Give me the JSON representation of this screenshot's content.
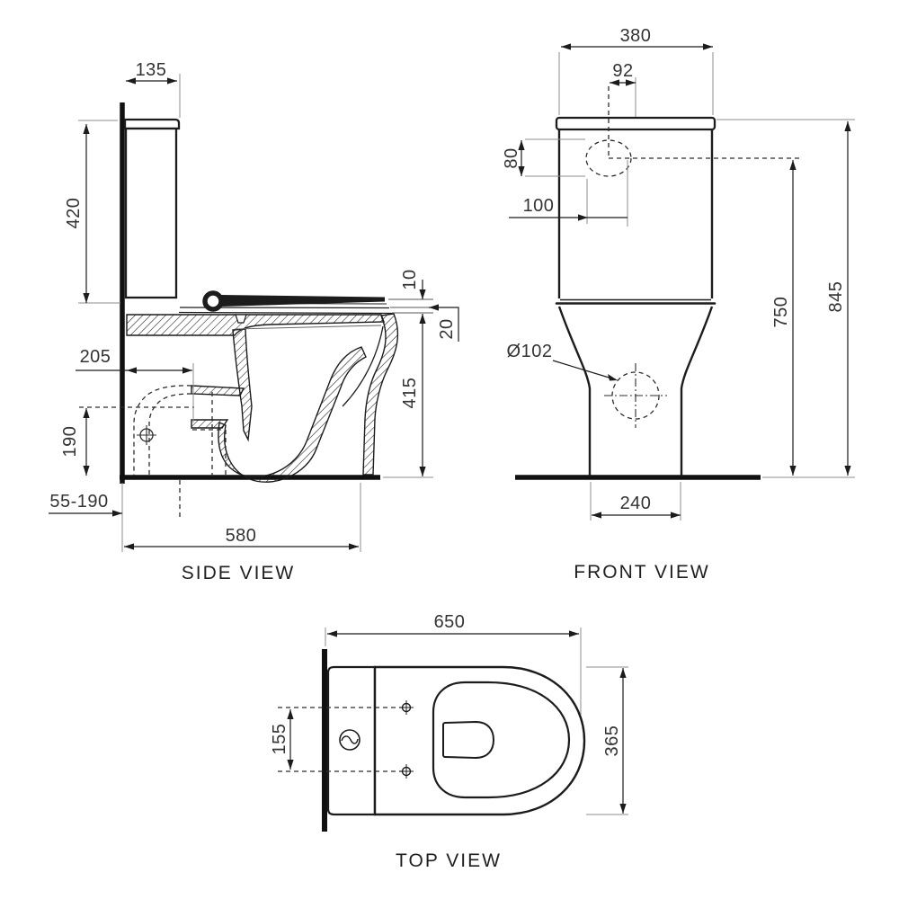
{
  "side_view": {
    "label": "SIDE VIEW",
    "dims": {
      "cistern_width": "135",
      "cistern_height": "420",
      "seat_lid_thickness": "10",
      "seat_thickness": "20",
      "pan_height": "415",
      "inlet_setout": "205",
      "inlet_height": "190",
      "outlet_setout_range": "55-190",
      "overall_depth": "580"
    }
  },
  "front_view": {
    "label": "FRONT VIEW",
    "dims": {
      "cistern_width": "380",
      "button_offset": "92",
      "button_height": "80",
      "button_width": "100",
      "outlet_diameter": "Ø102",
      "button_centre_height": "750",
      "overall_height": "845",
      "base_width": "240"
    }
  },
  "top_view": {
    "label": "TOP VIEW",
    "dims": {
      "overall_length": "650",
      "fixing_hole_spacing": "155",
      "overall_width": "365"
    }
  },
  "colors": {
    "line": "#1c1c1c",
    "extension": "#8c8c8c",
    "background": "#ffffff"
  }
}
